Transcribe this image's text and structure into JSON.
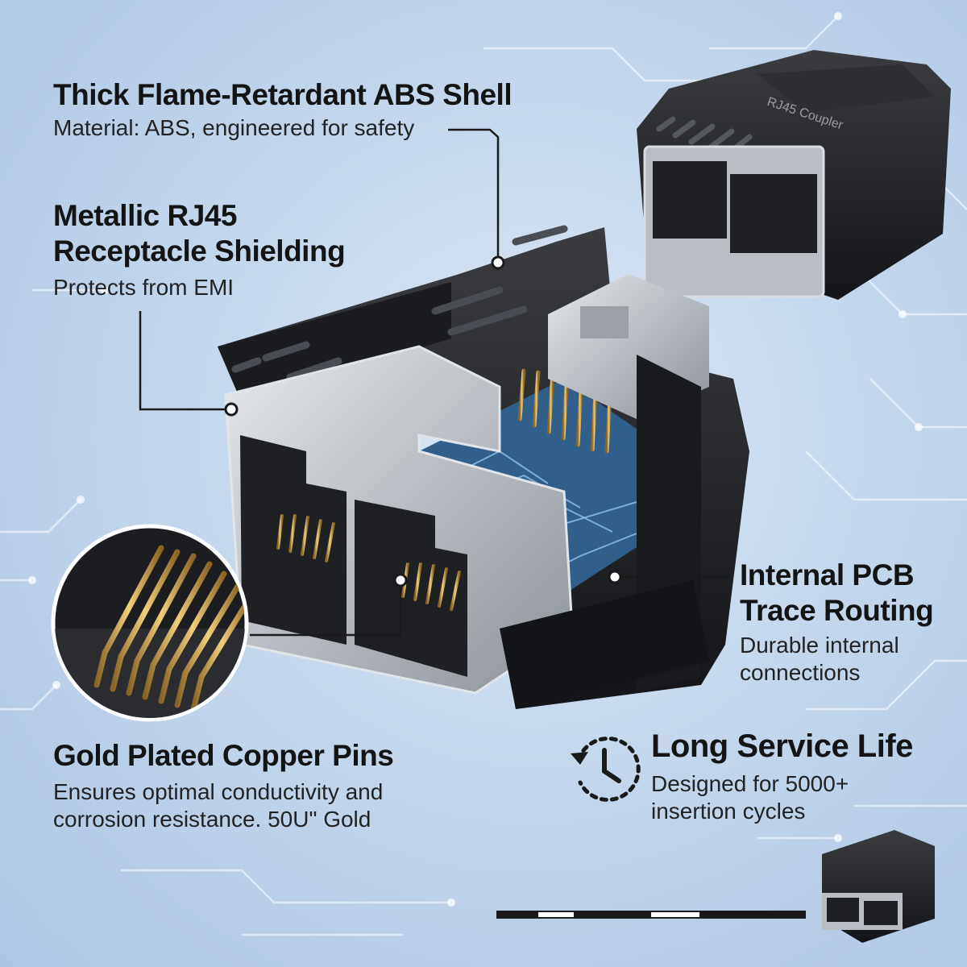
{
  "features": {
    "abs_shell": {
      "title": "Thick Flame-Retardant ABS Shell",
      "desc": "Material: ABS, engineered for safety"
    },
    "shielding": {
      "title_line1": "Metallic RJ45",
      "title_line2": "Receptacle Shielding",
      "desc": "Protects from EMI"
    },
    "pcb": {
      "title_line1": "Internal PCB",
      "title_line2": "Trace Routing",
      "desc_line1": "Durable internal",
      "desc_line2": "connections"
    },
    "gold_pins": {
      "title": "Gold Plated Copper Pins",
      "desc_line1": "Ensures optimal conductivity and",
      "desc_line2": "corrosion resistance. 50U\" Gold"
    },
    "service_life": {
      "title": "Long Service Life",
      "desc_line1": "Designed for 5000+",
      "desc_line2": "insertion cycles"
    }
  },
  "product": {
    "housing_text": "RJ45 Coupler"
  },
  "colors": {
    "shell": "#1e1f22",
    "metal": "#b9bec4",
    "gold": "#c8a04a",
    "pcb": "#2f5f8a",
    "circuit_lines": "#ffffff"
  },
  "icons": {
    "clock": "clock-history-icon"
  }
}
